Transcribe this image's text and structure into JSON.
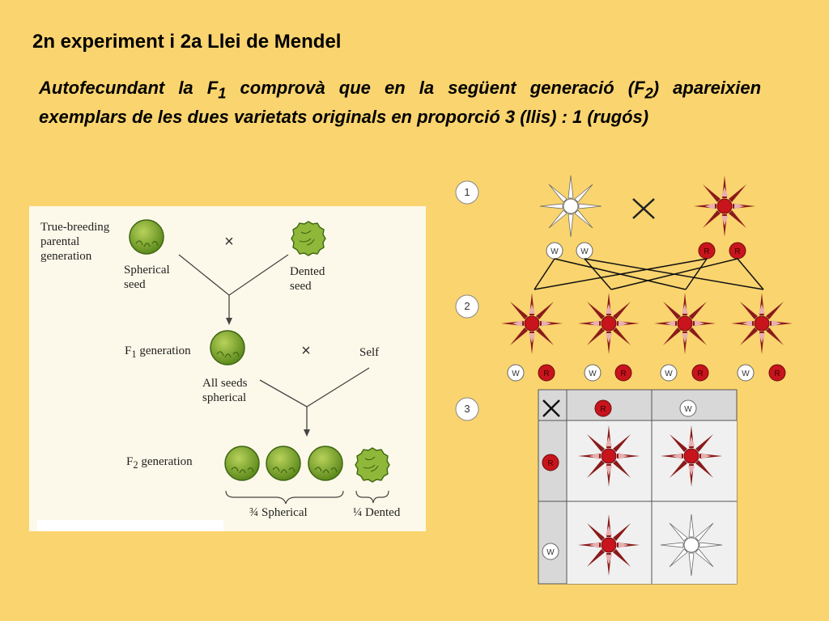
{
  "slide": {
    "title": "2n experiment i 2a Llei de Mendel",
    "intro": {
      "p1": "Autofecundant la F",
      "sub1": "1",
      "p2": " comprovà que en la següent generació (F",
      "sub2": "2",
      "p3": ") apareixien exemplars de les dues varietats originals en proporció 3  (llis) : 1 (rugós)"
    }
  },
  "left_diagram": {
    "parental_line1": "True-breeding",
    "parental_line2": "parental",
    "parental_line3": "generation",
    "spherical_line1": "Spherical",
    "spherical_line2": "seed",
    "dented_line1": "Dented",
    "dented_line2": "seed",
    "f1_prefix": "F",
    "f1_sub": "1",
    "f1_suffix": " generation",
    "self": "Self",
    "allseeds_line1": "All seeds",
    "allseeds_line2": "spherical",
    "f2_prefix": "F",
    "f2_sub": "2",
    "f2_suffix": " generation",
    "three_quarters": "¾ Spherical",
    "one_quarter": "¼ Dented"
  },
  "right_diagram": {
    "steps": [
      "1",
      "2",
      "3"
    ],
    "allele_white": "W",
    "allele_red": "R",
    "colors": {
      "red_fill": "#c8141c",
      "red_ray": "#8b1a1a",
      "white_fill": "#ffffff",
      "white_ray": "#6a6a6a"
    }
  }
}
